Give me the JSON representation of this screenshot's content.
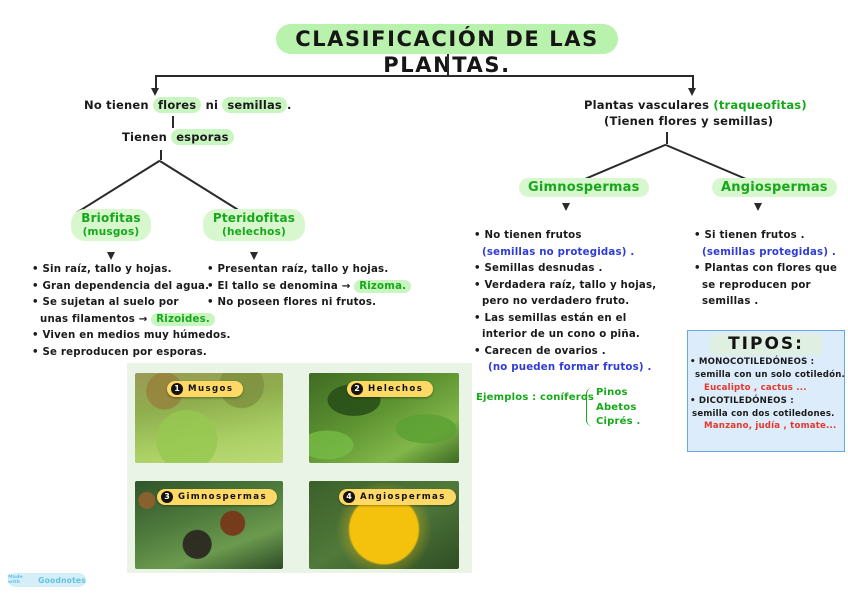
{
  "title": "CLASIFICACIÓN DE LAS PLANTAS.",
  "branches": {
    "left": {
      "line1": "No tienen",
      "line1_hl_a": "flores",
      "line1_mid": "ni",
      "line1_hl_b": "semillas",
      "line1_end": ".",
      "line2_pre": "Tienen",
      "line2_hl": "esporas"
    },
    "right": {
      "line1_pre": "Plantas vasculares",
      "line1_green": "(traqueofitas)",
      "line2": "(Tienen flores y semillas)"
    }
  },
  "groups": {
    "briofitas": {
      "title": "Briofitas",
      "subtitle": "(musgos)",
      "bullets": [
        {
          "text": "Sin raíz, tallo y hojas."
        },
        {
          "text": "Gran dependencia del agua."
        },
        {
          "text": "Se sujetan al suelo por"
        },
        {
          "text": "unas filamentos →",
          "green": "Rizoides.",
          "continuation": true
        },
        {
          "text": "Viven en medios muy húmedos."
        },
        {
          "text": "Se reproducen por esporas."
        }
      ]
    },
    "pteridofitas": {
      "title": "Pteridofitas",
      "subtitle": "(helechos)",
      "bullets": [
        {
          "text": "Presentan raíz, tallo y hojas."
        },
        {
          "text": "El tallo se denomina →",
          "green": "Rizoma."
        },
        {
          "text": "No poseen flores ni frutos."
        }
      ]
    },
    "gimnospermas": {
      "title": "Gimnospermas",
      "bullets": [
        {
          "text": "No tienen frutos"
        },
        {
          "blue": "(semillas no protegidas) .",
          "continuation": true
        },
        {
          "text": "Semillas desnudas ."
        },
        {
          "text": "Verdadera raíz, tallo y hojas,"
        },
        {
          "text": "pero no verdadero fruto.",
          "continuation": true
        },
        {
          "text": "Las semillas están en el"
        },
        {
          "text": "interior de un cono o piña.",
          "continuation": true
        },
        {
          "text": "Carecen de ovarios ."
        },
        {
          "blue": "(no pueden formar frutos) .",
          "continuation": true
        }
      ],
      "examples_label": "Ejemplos : coníferos",
      "examples": [
        "Pinos",
        "Abetos",
        "Ciprés ."
      ]
    },
    "angiospermas": {
      "title": "Angiospermas",
      "bullets": [
        {
          "text": "Si tienen frutos ."
        },
        {
          "blue": "(semillas protegidas) .",
          "continuation": true
        },
        {
          "text": "Plantas con flores que"
        },
        {
          "text": "se reproducen por",
          "continuation": true
        },
        {
          "text": "semillas .",
          "continuation": true
        }
      ]
    }
  },
  "tipos": {
    "title": "TIPOS:",
    "items": [
      {
        "name": "MONOCOTILEDÓNEOS :",
        "desc": "semilla con un solo cotiledón.",
        "examples": "Eucalipto , cactus ..."
      },
      {
        "name": "DICOTILEDÓNEOS :",
        "desc": "semilla con dos cotiledones.",
        "examples": "Manzano, judía , tomate..."
      }
    ]
  },
  "photos": [
    {
      "num": "1",
      "label": "Musgos"
    },
    {
      "num": "2",
      "label": "Helechos"
    },
    {
      "num": "3",
      "label": "Gimnospermas"
    },
    {
      "num": "4",
      "label": "Angiospermas"
    }
  ],
  "watermark": {
    "made_with": "Made with",
    "brand": "Goodnotes"
  },
  "colors": {
    "highlight": "#c8f5c0",
    "green_ink": "#17a81a",
    "blue_ink": "#2f3bd6",
    "red_ink": "#e8362b",
    "tipos_bg": "#dcecfb",
    "badge": "#ffd966"
  }
}
